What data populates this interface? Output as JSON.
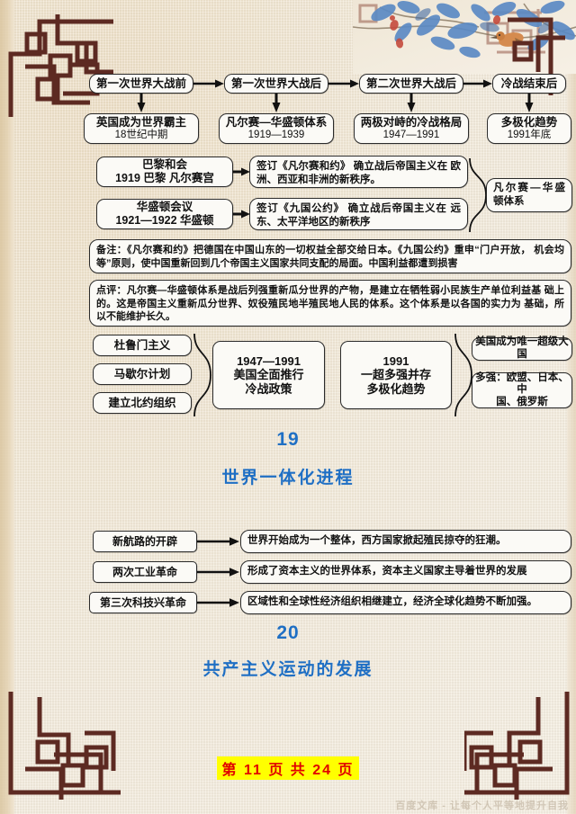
{
  "page": {
    "footer_text": "第 11 页 共 24 页",
    "watermark": "百度文库 - 让每个人平等地提升自我",
    "accent_color": "#1f6fc4",
    "footer_highlight": "#ffff00",
    "footer_color": "#e00000",
    "border_color": "#5d2a22"
  },
  "timeline": {
    "periods": [
      {
        "label": "第一次世界大战前"
      },
      {
        "label": "第一次世界大战后"
      },
      {
        "label": "第二次世界大战后"
      },
      {
        "label": "冷战结束后"
      }
    ],
    "outcomes": [
      {
        "line1": "英国成为世界霸主",
        "line2": "18世纪中期"
      },
      {
        "line1": "凡尔赛—华盛顿体系",
        "line2": "1919—1939"
      },
      {
        "line1": "两极对峙的冷战格局",
        "line2": "1947—1991"
      },
      {
        "line1": "多极化趋势",
        "line2": "1991年底"
      }
    ]
  },
  "conferences": [
    {
      "name": "巴黎和会",
      "detail": "1919  巴黎  凡尔赛宫",
      "result_line1": "签订《凡尔赛和约》  确立战后帝国主义在",
      "result_line2": "欧洲、西亚和非洲的新秩序。"
    },
    {
      "name": "华盛顿会议",
      "detail": "1921—1922  华盛顿",
      "result_line1": "签订《九国公约》  确立战后帝国主义在",
      "result_line2": "远东、太平洋地区的新秩序"
    }
  ],
  "system_label": "凡尔赛—华盛顿体系",
  "notes": {
    "remark_line1": "备注：《凡尔赛和约》把德国在中国山东的一切权益全部交给日本。《九国公约》重申“门户开放，",
    "remark_line2": "机会均等”原则，使中国重新回到几个帝国主义国家共同支配的局面。中国利益都遭到损害",
    "comment_line1": "点评：凡尔赛—华盛顿体系是战后列强重新瓜分世界的产物，是建立在牺牲弱小民族生产单位利益基",
    "comment_line2": "础上的。这是帝国主义重新瓜分世界、奴役殖民地半殖民地人民的体系。这个体系是以各国的实力为",
    "comment_line3": "基础，所以不能维护长久。"
  },
  "coldwar": {
    "measures": [
      {
        "label": "杜鲁门主义"
      },
      {
        "label": "马歇尔计划"
      },
      {
        "label": "建立北约组织"
      }
    ],
    "center": {
      "line1": "1947—1991",
      "line2": "美国全面推行",
      "line3": "冷战政策"
    }
  },
  "postcoldwar": {
    "center": {
      "line1": "1991",
      "line2": "一超多强并存",
      "line3": "多极化趋势"
    },
    "results": [
      {
        "line1": "美国成为唯一超级大国",
        "line2": ""
      },
      {
        "line1": "多强：欧盟、日本、中",
        "line2": "国、俄罗斯"
      }
    ]
  },
  "section19": {
    "number": "19",
    "title": "世界一体化进程",
    "rows": [
      {
        "cause": "新航路的开辟",
        "effect": "世界开始成为一个整体，西方国家掀起殖民掠夺的狂潮。"
      },
      {
        "cause": "两次工业革命",
        "effect": "形成了资本主义的世界体系，资本主义国家主导着世界的发展"
      },
      {
        "cause": "第三次科技兴革命",
        "effect": "区域性和全球性经济组织相继建立，经济全球化趋势不断加强。"
      }
    ]
  },
  "section20": {
    "number": "20",
    "title": "共产主义运动的发展"
  }
}
